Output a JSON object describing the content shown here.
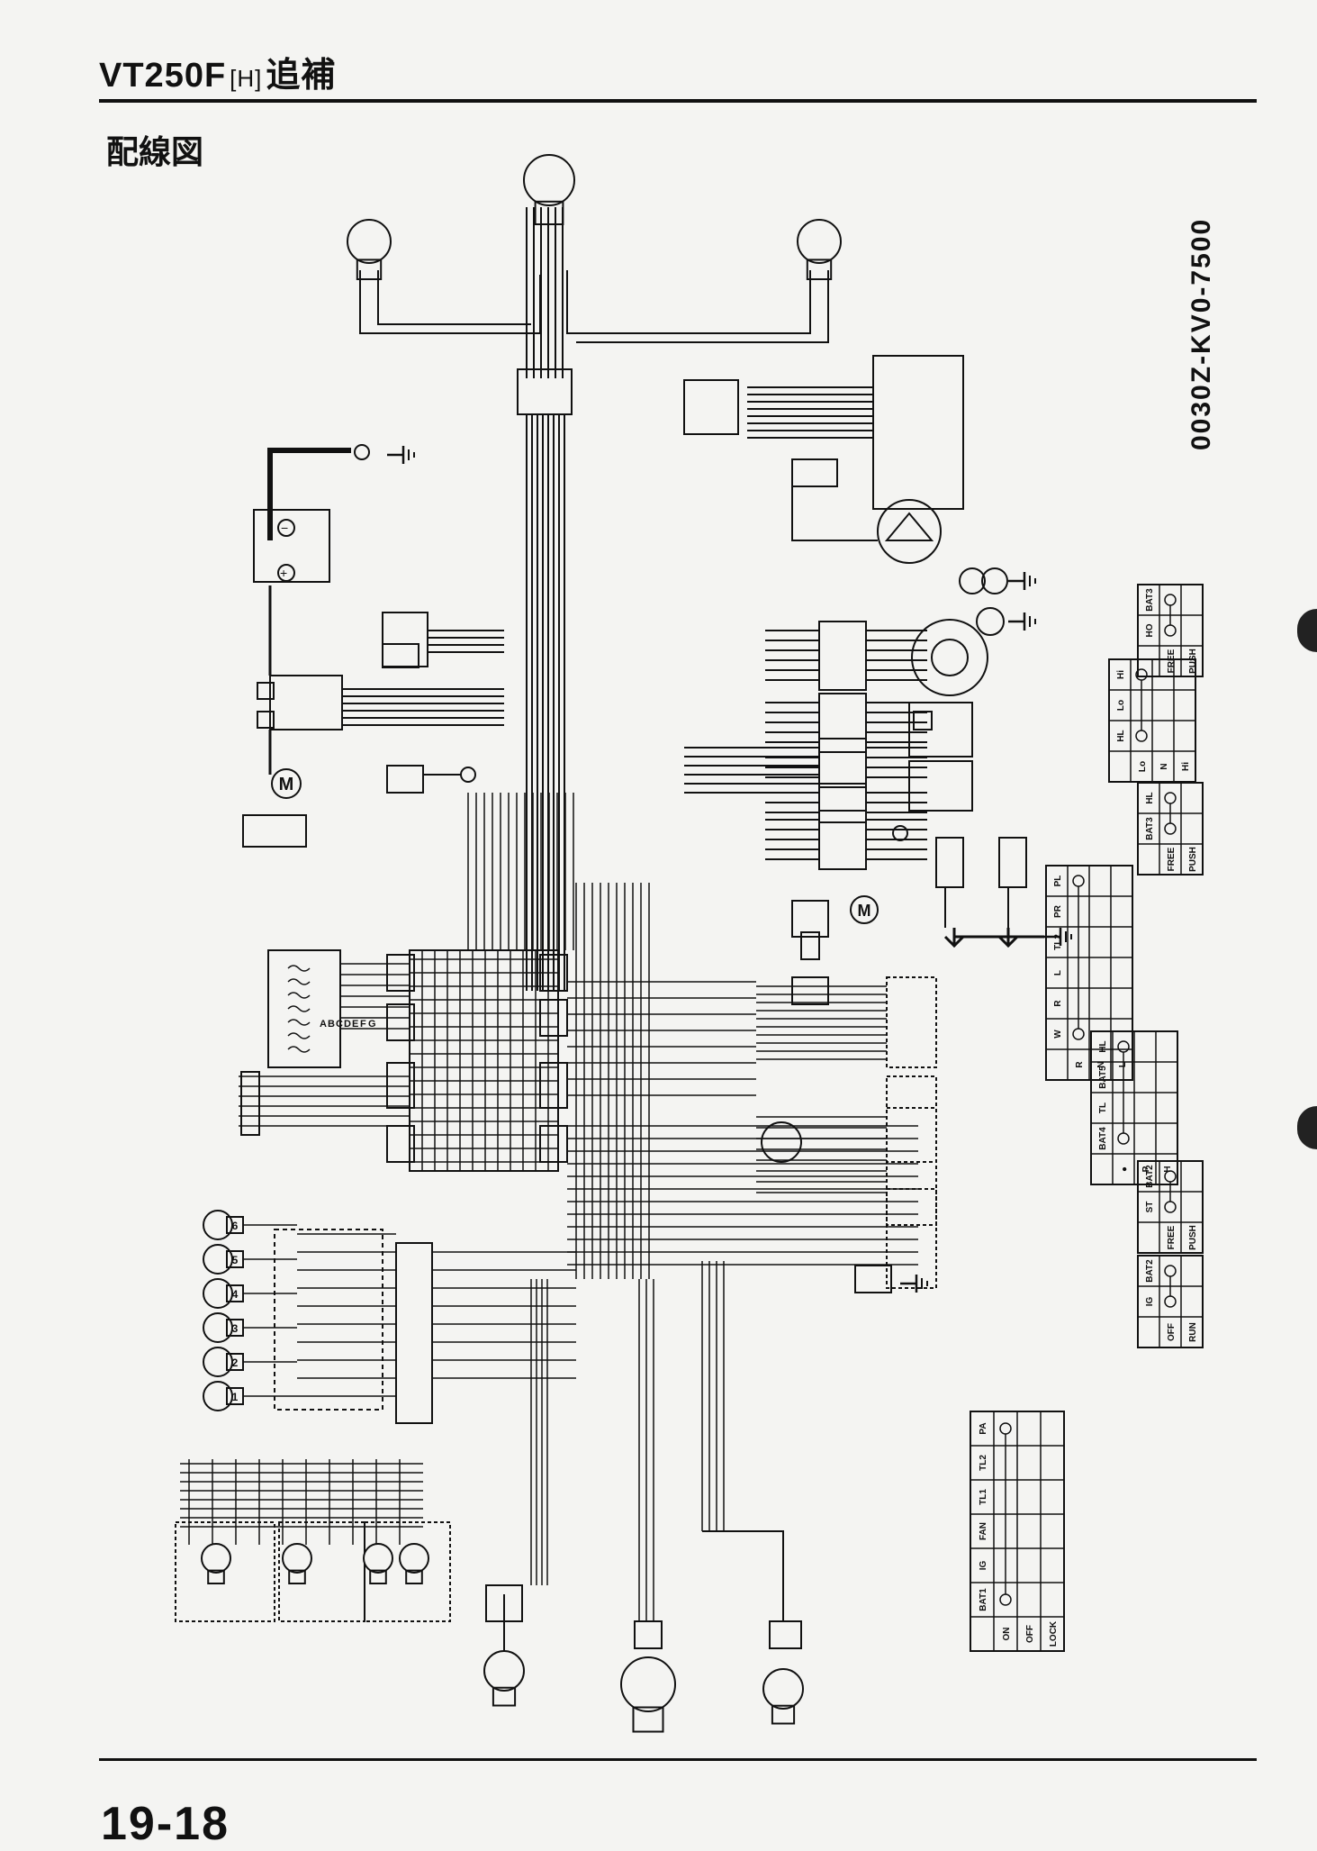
{
  "header": {
    "model": "VT250F",
    "variant": "[H]",
    "suffix": "追補"
  },
  "section_title": "配線図",
  "part_number": "0030Z-KV0-7500",
  "page_number": "19-18",
  "diagram": {
    "motor_label": "M",
    "fuse_letters": [
      "A",
      "B",
      "C",
      "D",
      "E",
      "F",
      "G"
    ],
    "bulb_numbers": [
      "1",
      "2",
      "3",
      "4",
      "5",
      "6"
    ],
    "main_switch": {
      "headers": [
        "BAT1",
        "IG",
        "FAN",
        "TL1",
        "TL2",
        "PA"
      ],
      "rows": [
        "ON",
        "OFF",
        "LOCK"
      ]
    },
    "kill_switch": {
      "headers": [
        "IG",
        "BAT2"
      ],
      "rows": [
        "OFF",
        "RUN"
      ]
    },
    "starter_switch": {
      "headers": [
        "ST",
        "BAT2"
      ],
      "rows": [
        "FREE",
        "PUSH"
      ]
    },
    "lighting_switch": {
      "headers": [
        "BAT4",
        "TL",
        "BAT5",
        "HL"
      ],
      "rows": [
        "●",
        "P",
        "H"
      ]
    },
    "winker_switch": {
      "headers": [
        "W",
        "R",
        "L",
        "TL2",
        "PR",
        "PL"
      ],
      "rows": [
        "R",
        "N",
        "L"
      ]
    },
    "passing_switch": {
      "headers": [
        "BAT3",
        "HL"
      ],
      "rows": [
        "FREE",
        "PUSH"
      ]
    },
    "dimmer_switch": {
      "headers": [
        "HL",
        "Lo",
        "Hi"
      ],
      "rows": [
        "Lo",
        "N",
        "Hi"
      ]
    },
    "horn_switch": {
      "headers": [
        "HO",
        "BAT3"
      ],
      "rows": [
        "FREE",
        "PUSH"
      ]
    }
  },
  "colors": {
    "ink": "#111111",
    "paper": "#f4f4f2"
  }
}
